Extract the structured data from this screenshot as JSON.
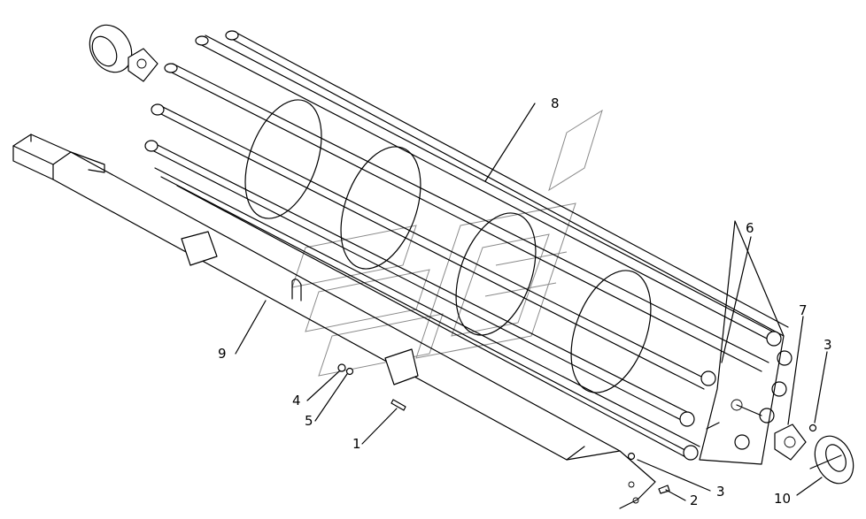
{
  "diagram": {
    "callouts": [
      {
        "id": "label-1",
        "text": "1"
      },
      {
        "id": "label-2",
        "text": "2"
      },
      {
        "id": "label-3a",
        "text": "3"
      },
      {
        "id": "label-3b",
        "text": "3"
      },
      {
        "id": "label-4",
        "text": "4"
      },
      {
        "id": "label-5",
        "text": "5"
      },
      {
        "id": "label-6",
        "text": "6"
      },
      {
        "id": "label-7",
        "text": "7"
      },
      {
        "id": "label-8",
        "text": "8"
      },
      {
        "id": "label-9",
        "text": "9"
      },
      {
        "id": "label-10",
        "text": "10"
      }
    ]
  }
}
